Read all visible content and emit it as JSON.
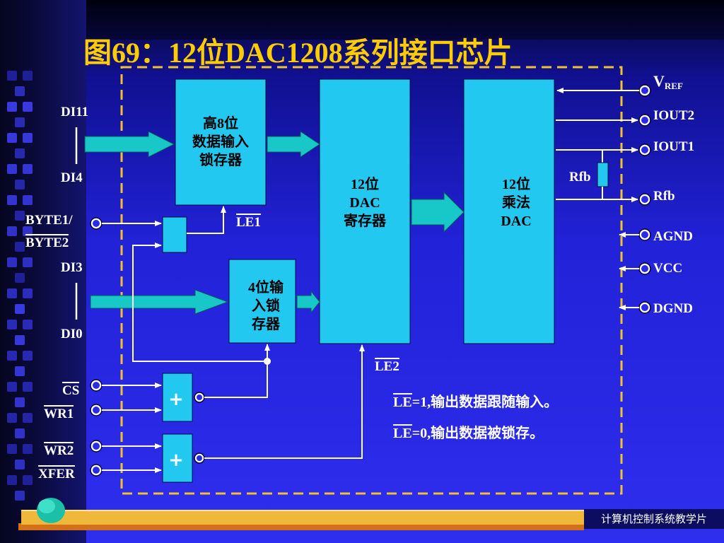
{
  "slide": {
    "title": "图69：12位DAC1208系列接口芯片",
    "footer": "计算机控制系统教学片"
  },
  "blocks": {
    "high8_latch": [
      "高8位",
      "数据输入",
      "锁存器"
    ],
    "low4_latch": [
      "4位输",
      "入锁",
      "存器"
    ],
    "dac_register": [
      "12位",
      "DAC",
      "寄存器"
    ],
    "multiplying_dac": [
      "12位",
      "乘法",
      "DAC"
    ]
  },
  "inputs": {
    "di11": "DI11",
    "di4": "DI4",
    "byte_top": "BYTE1/",
    "byte_bottom": "BYTE2",
    "di3": "DI3",
    "di0": "DI0",
    "cs": "CS",
    "wr1": "WR1",
    "wr2": "WR2",
    "xfer": "XFER"
  },
  "signals": {
    "le1": "LE1",
    "le2": "LE2",
    "rfb_resistor": "Rfb"
  },
  "outputs": {
    "vref_main": "V",
    "vref_sub": "REF",
    "iout2": "IOUT2",
    "iout1": "IOUT1",
    "rfb": "Rfb",
    "agnd": "AGND",
    "vcc": "VCC",
    "dgnd": "DGND"
  },
  "gates": {
    "gate1": "+",
    "gate2": "+"
  },
  "notes": {
    "note1_le": "LE",
    "note1_rest": "=1,输出数据跟随输入。",
    "note2_le": "LE",
    "note2_rest": "=0,输出数据被锁存。"
  },
  "colors": {
    "title": "#ffcc00",
    "block_fill": "#22c8f0",
    "arrow_fill": "#18c8c8",
    "border_dash": "#f0c030",
    "background": "#2a2ae8"
  }
}
